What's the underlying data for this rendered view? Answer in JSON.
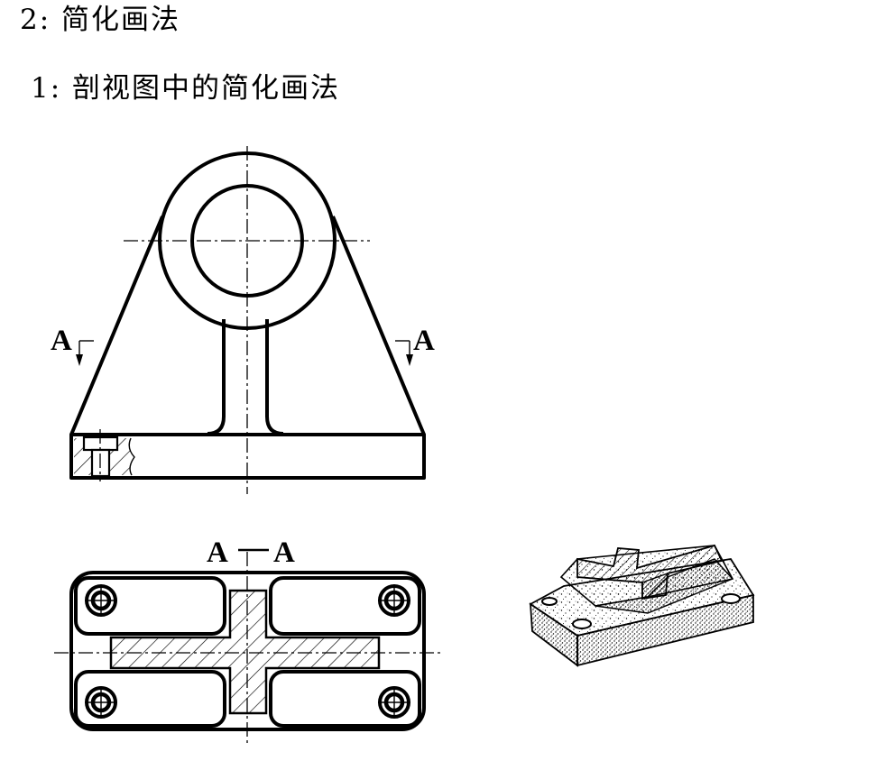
{
  "headings": {
    "h2": "2: 简化画法",
    "h1": "1: 剖视图中的简化画法"
  },
  "labels": {
    "section_left": "A",
    "section_right": "A",
    "section_view_left": "A",
    "section_view_right": "A"
  },
  "colors": {
    "ink": "#000000",
    "background": "#ffffff"
  }
}
